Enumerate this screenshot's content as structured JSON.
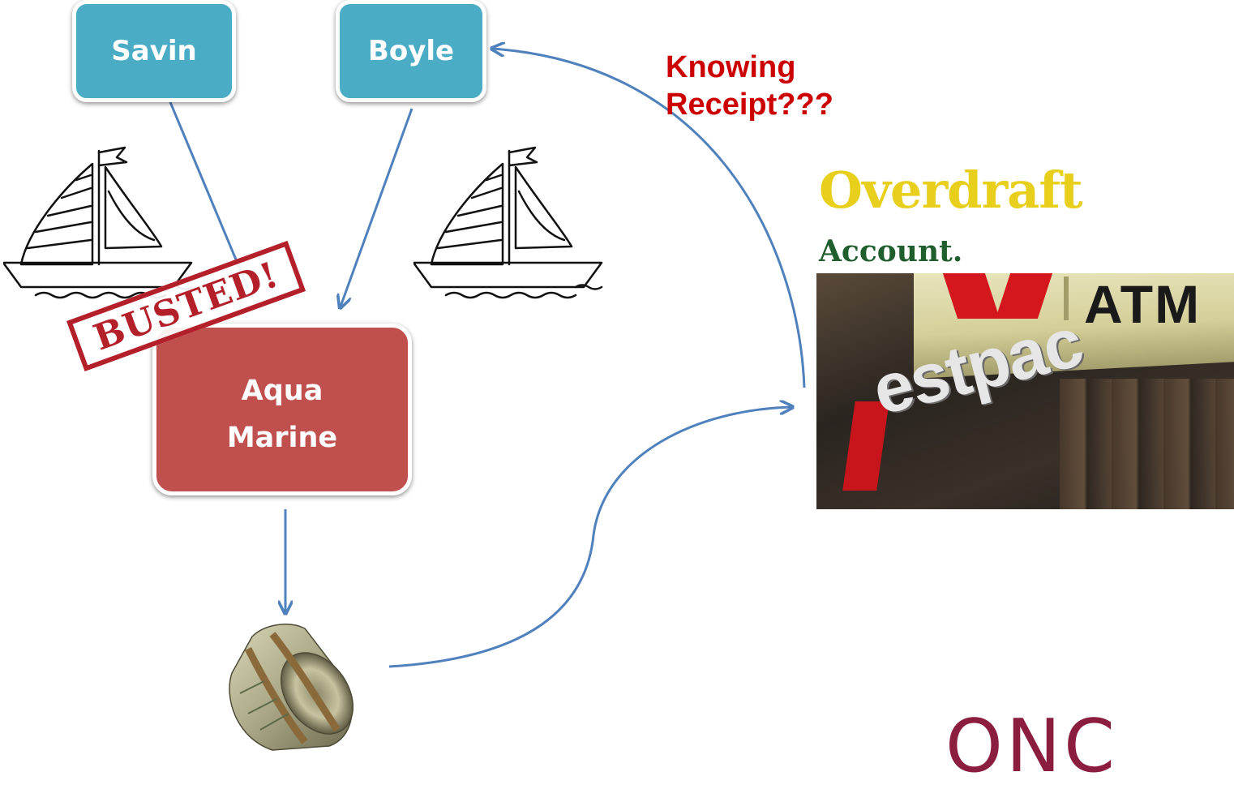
{
  "nodes": {
    "savin": "Savin",
    "boyle": "Boyle",
    "aqua_marine": [
      "Aqua",
      "Marine"
    ]
  },
  "annotation": [
    "Knowing",
    "Receipt???"
  ],
  "overdraft_logo": {
    "line1": "Overdraft",
    "line2": "Account."
  },
  "bank_photo": {
    "sign_text": "ATM",
    "brand_text": "estpac"
  },
  "stamp_text": "BUSTED!",
  "footer_logo": "ONC",
  "colors": {
    "teal_box": "#4bacc6",
    "red_box": "#c0504d",
    "arrow": "#4f81bd",
    "annotation_red": "#cc0000",
    "overdraft_yellow": "#e7cf1c",
    "account_green": "#1f5e2d",
    "onc_maroon": "#8b1e3f"
  },
  "icons": [
    "sailboat-illustration",
    "sailboat-illustration",
    "money-roll-image",
    "westpac-atm-photo",
    "busted-stamp"
  ]
}
